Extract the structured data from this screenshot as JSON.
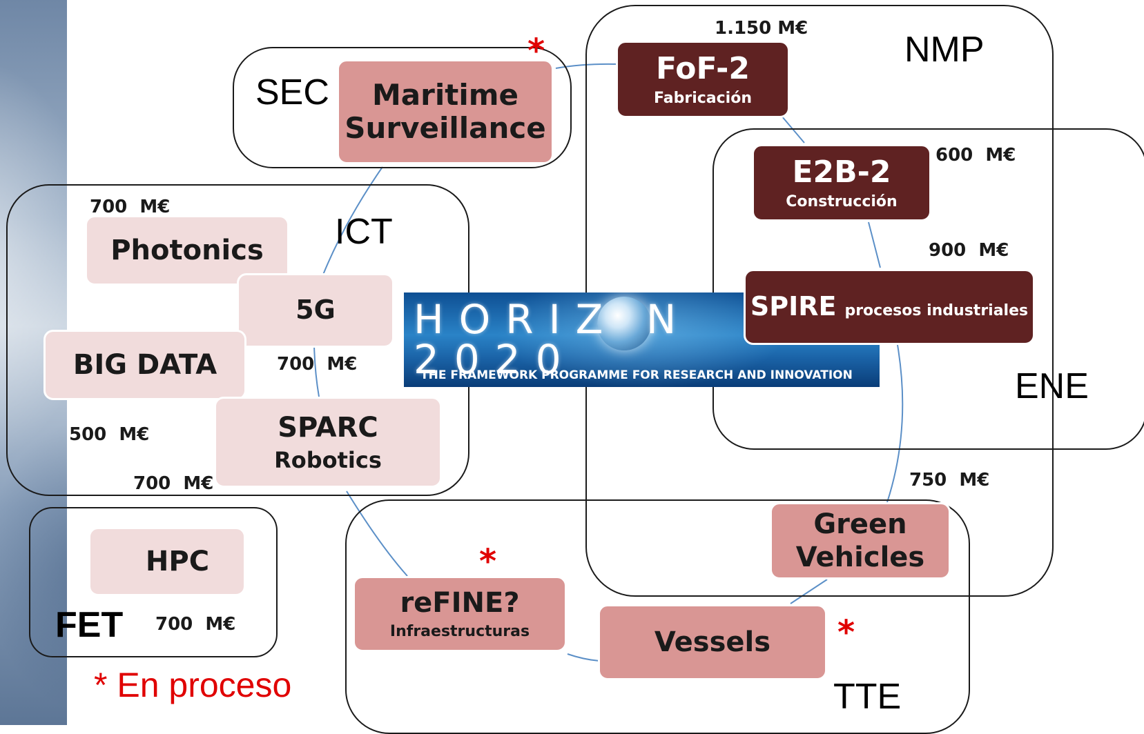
{
  "areas": {
    "sec": "SEC",
    "nmp": "NMP",
    "ict": "ICT",
    "ene": "ENE",
    "fet": "FET",
    "tte": "TTE"
  },
  "topics": {
    "maritime": "Maritime Surveillance",
    "fof": {
      "title": "FoF-2",
      "sub": "Fabricación"
    },
    "e2b": {
      "title": "E2B-2",
      "sub": "Construcción"
    },
    "spire": {
      "title": "SPIRE",
      "sub": "procesos industriales"
    },
    "photonics": "Photonics",
    "g5": "5G",
    "bigdata": "BIG DATA",
    "sparc": {
      "title": "SPARC",
      "sub": "Robotics"
    },
    "hpc": "HPC",
    "refine": {
      "title": "reFINE?",
      "sub": "Infraestructuras"
    },
    "vessels": "Vessels",
    "green": "Green Vehicles"
  },
  "budgets": {
    "fof": "1.150 M€",
    "e2b": "600  M€",
    "spire": "900  M€",
    "photonics": "700  M€",
    "g5": "700  M€",
    "bigdata": "500  M€",
    "sparc": "700  M€",
    "hpc": "700  M€",
    "green": "750  M€"
  },
  "stars": {
    "maritime": "*",
    "refine": "*",
    "vessels": "*"
  },
  "horizon": {
    "title": "HORIZ N 2020",
    "subtitle": "THE FRAMEWORK PROGRAMME FOR RESEARCH AND INNOVATION"
  },
  "legend": "* En proceso",
  "colors": {
    "dark_topic": "#5f2222",
    "rose_topic": "#d99694",
    "pale_topic": "#f1dcdc",
    "star": "#e00000",
    "link_line": "#5b8fc7"
  }
}
